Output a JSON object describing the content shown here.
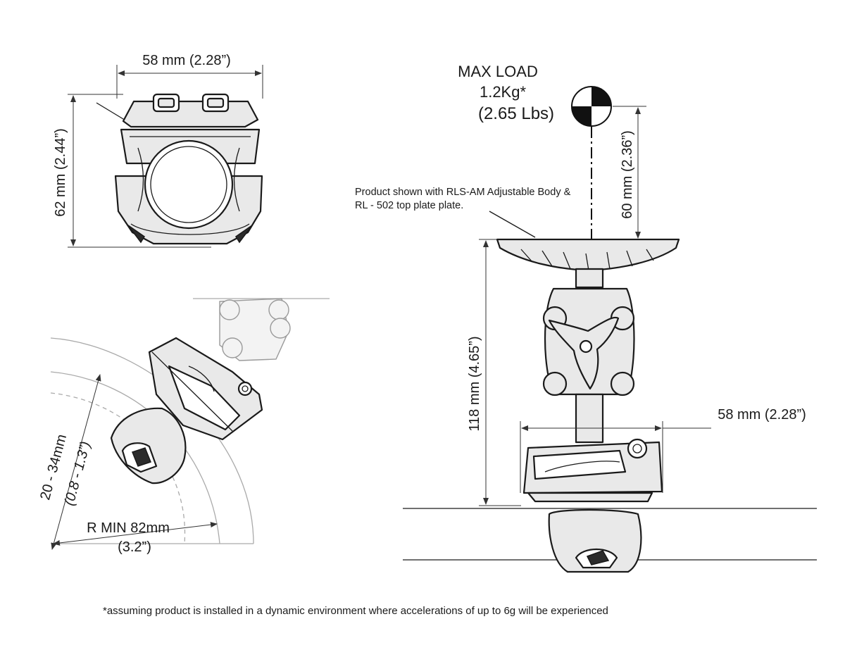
{
  "labels": {
    "top_width": "58 mm (2.28”)",
    "top_height": "62 mm (2.44”)",
    "max_load_title": "MAX LOAD",
    "max_load_kg": "1.2Kg*",
    "max_load_lbs": "(2.65 Lbs)",
    "load_height": "60 mm (2.36”)",
    "product_note_line1": "Product shown with RLS-AM Adjustable Body &",
    "product_note_line2": "RL - 502 top plate plate.",
    "total_height": "118 mm (4.65”)",
    "base_width": "58 mm (2.28”)",
    "tube_range_mm": "20 - 34mm",
    "tube_range_in": "(0.8 - 1.3”)",
    "radius_min_mm": "R MIN 82mm",
    "radius_min_in": "(3.2”)",
    "footnote": "*assuming product is installed in a dynamic environment where accelerations of up to 6g will be experienced"
  },
  "colors": {
    "line": "#1a1a1a",
    "fill": "#e9e9e9",
    "ghost": "#aaaaaa",
    "target_dark": "#111111"
  },
  "icons": [
    "center-of-gravity-icon"
  ]
}
